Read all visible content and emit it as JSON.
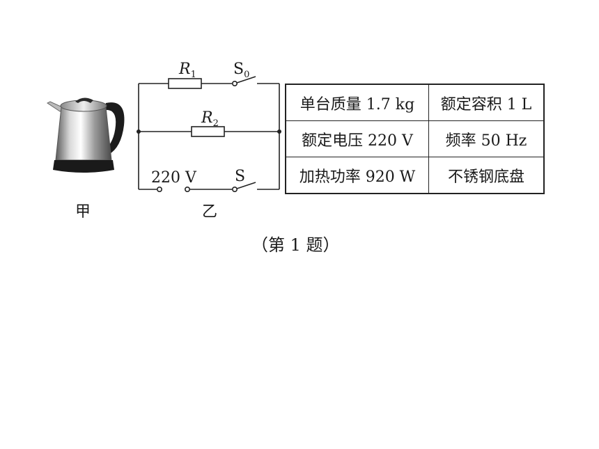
{
  "figure_labels": {
    "kettle": "甲",
    "circuit": "乙",
    "caption": "（第 1 题）"
  },
  "circuit": {
    "r1_symbol": "R",
    "r1_sub": "1",
    "r2_symbol": "R",
    "r2_sub": "2",
    "s0_symbol": "S",
    "s0_sub": "0",
    "voltage": "220 V",
    "switch": "S"
  },
  "spec_table": [
    [
      "单台质量 1.7 kg",
      "额定容积 1 L"
    ],
    [
      "额定电压 220 V",
      "频率 50 Hz"
    ],
    [
      "加热功率 920 W",
      "不锈钢底盘"
    ]
  ]
}
